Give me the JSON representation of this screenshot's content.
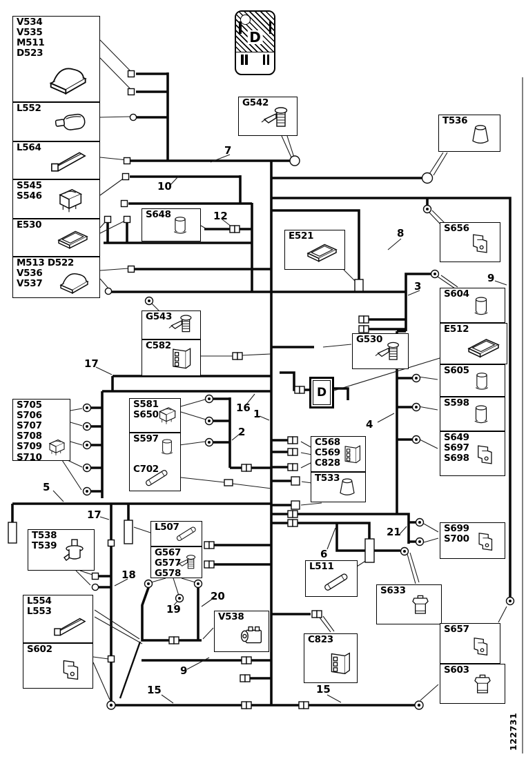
{
  "drawing_number": "122731",
  "colors": {
    "line": "#0a0a0a",
    "background": "#ffffff"
  },
  "d_marker": {
    "letter": "D"
  },
  "d_connector": {
    "letter": "D"
  },
  "components": [
    {
      "id": "V534-group",
      "label": "V534\nV535\nM511\nD523",
      "icon": "dome-lamp-icon"
    },
    {
      "id": "L552",
      "label": "L552",
      "icon": "oval-lamp-icon"
    },
    {
      "id": "L564",
      "label": "L564",
      "icon": "bar-lamp-icon"
    },
    {
      "id": "S545-group",
      "label": "S545\nS546",
      "icon": "rocker-switch-icon"
    },
    {
      "id": "E530",
      "label": "E530",
      "icon": "flat-module-icon"
    },
    {
      "id": "M513-group",
      "label": "M513 D522\nV536\nV537",
      "icon": "dome-lamp-icon"
    },
    {
      "id": "G542",
      "label": "G542",
      "icon": "ground-bolt-icon"
    },
    {
      "id": "S648",
      "label": "S648",
      "icon": "cylinder-sensor-icon"
    },
    {
      "id": "E521",
      "label": "E521",
      "icon": "flat-module-icon"
    },
    {
      "id": "T536",
      "label": "T536",
      "icon": "cone-knob-icon"
    },
    {
      "id": "S656",
      "label": "S656",
      "icon": "clip-switch-icon"
    },
    {
      "id": "G543",
      "label": "G543",
      "icon": "ground-bolt-icon"
    },
    {
      "id": "C582",
      "label": "C582",
      "icon": "connector-block-icon"
    },
    {
      "id": "G530",
      "label": "G530",
      "icon": "ground-bolt-icon"
    },
    {
      "id": "S604",
      "label": "S604",
      "icon": "cylinder-sensor-icon"
    },
    {
      "id": "E512",
      "label": "E512",
      "icon": "flat-module-icon"
    },
    {
      "id": "S605",
      "label": "S605",
      "icon": "cylinder-sensor-icon"
    },
    {
      "id": "S598",
      "label": "S598",
      "icon": "cylinder-sensor-icon"
    },
    {
      "id": "S649-group",
      "label": "S649\nS697\nS698",
      "icon": "clip-switch-icon"
    },
    {
      "id": "S705-group",
      "label": "S705 S706\nS707\nS708\nS709\nS710",
      "icon": "rocker-switch-icon"
    },
    {
      "id": "S581-group",
      "label": "S581\nS650",
      "icon": "rocker-switch-icon"
    },
    {
      "id": "S597",
      "label": "S597",
      "icon": "cylinder-sensor-icon"
    },
    {
      "id": "C702",
      "label": "C702",
      "icon": "inline-connector-icon"
    },
    {
      "id": "C568-group",
      "label": "C568\nC569\nC828",
      "icon": "connector-block-icon"
    },
    {
      "id": "T533",
      "label": "T533",
      "icon": "cone-knob-icon"
    },
    {
      "id": "S699-group",
      "label": "S699\nS700",
      "icon": "clip-switch-icon"
    },
    {
      "id": "T538-group",
      "label": "T538\nT539",
      "icon": "pump-sensor-icon"
    },
    {
      "id": "L507",
      "label": "L507",
      "icon": "tube-lamp-icon"
    },
    {
      "id": "G567-group",
      "label": "G567\nG577\nG578",
      "icon": "ground-bolt-icon"
    },
    {
      "id": "L554-group",
      "label": "L554\nL553",
      "icon": "bar-lamp-icon"
    },
    {
      "id": "V538",
      "label": "V538",
      "icon": "motor-icon"
    },
    {
      "id": "L511",
      "label": "L511",
      "icon": "tube-lamp-icon"
    },
    {
      "id": "S633",
      "label": "S633",
      "icon": "canister-sensor-icon"
    },
    {
      "id": "C823",
      "label": "C823",
      "icon": "connector-block-icon"
    },
    {
      "id": "S602",
      "label": "S602",
      "icon": "clip-switch-icon"
    },
    {
      "id": "S657",
      "label": "S657",
      "icon": "clip-switch-icon"
    },
    {
      "id": "S603",
      "label": "S603",
      "icon": "canister-sensor-icon"
    }
  ],
  "callouts": [
    {
      "text": "7"
    },
    {
      "text": "10"
    },
    {
      "text": "12"
    },
    {
      "text": "8"
    },
    {
      "text": "3"
    },
    {
      "text": "9"
    },
    {
      "text": "17"
    },
    {
      "text": "16"
    },
    {
      "text": "1"
    },
    {
      "text": "2"
    },
    {
      "text": "4"
    },
    {
      "text": "5"
    },
    {
      "text": "17"
    },
    {
      "text": "18"
    },
    {
      "text": "19"
    },
    {
      "text": "20"
    },
    {
      "text": "21"
    },
    {
      "text": "6"
    },
    {
      "text": "9"
    },
    {
      "text": "15"
    },
    {
      "text": "15"
    }
  ]
}
